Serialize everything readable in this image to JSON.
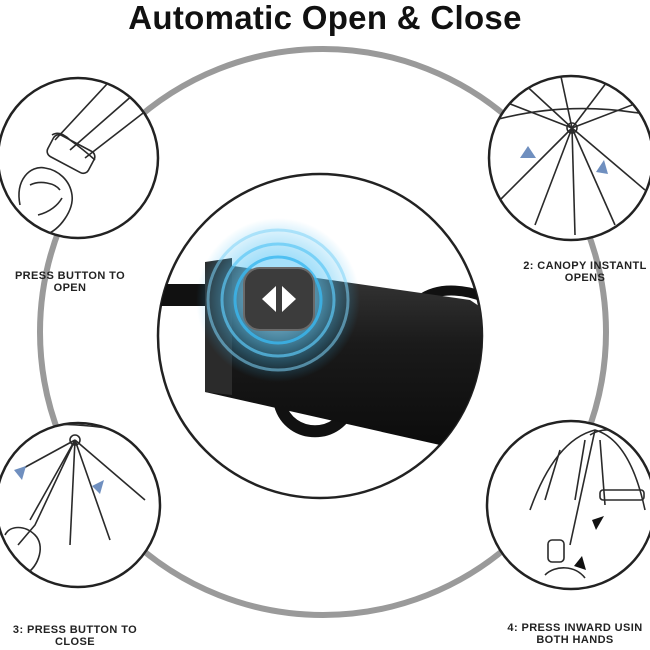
{
  "title": "Automatic Open & Close",
  "steps": [
    {
      "line1": "PRESS BUTTON TO",
      "line2": "OPEN",
      "icon": "hand-press-button-icon"
    },
    {
      "line1": "2: CANOPY INSTANTL",
      "line2": "OPENS",
      "icon": "umbrella-opening-icon"
    },
    {
      "line1": "3: PRESS BUTTON TO",
      "line2": "CLOSE",
      "icon": "umbrella-closing-icon"
    },
    {
      "line1": "4: PRESS INWARD USIN",
      "line2": "BOTH HANDS",
      "icon": "hands-press-shaft-icon"
    }
  ],
  "colors": {
    "ring": "#9a9a9a",
    "button_glow": "#2fb4f0",
    "handle": "#1b1b1b",
    "line_art": "#2a2a2a",
    "arrow": "#6f8fbf"
  }
}
